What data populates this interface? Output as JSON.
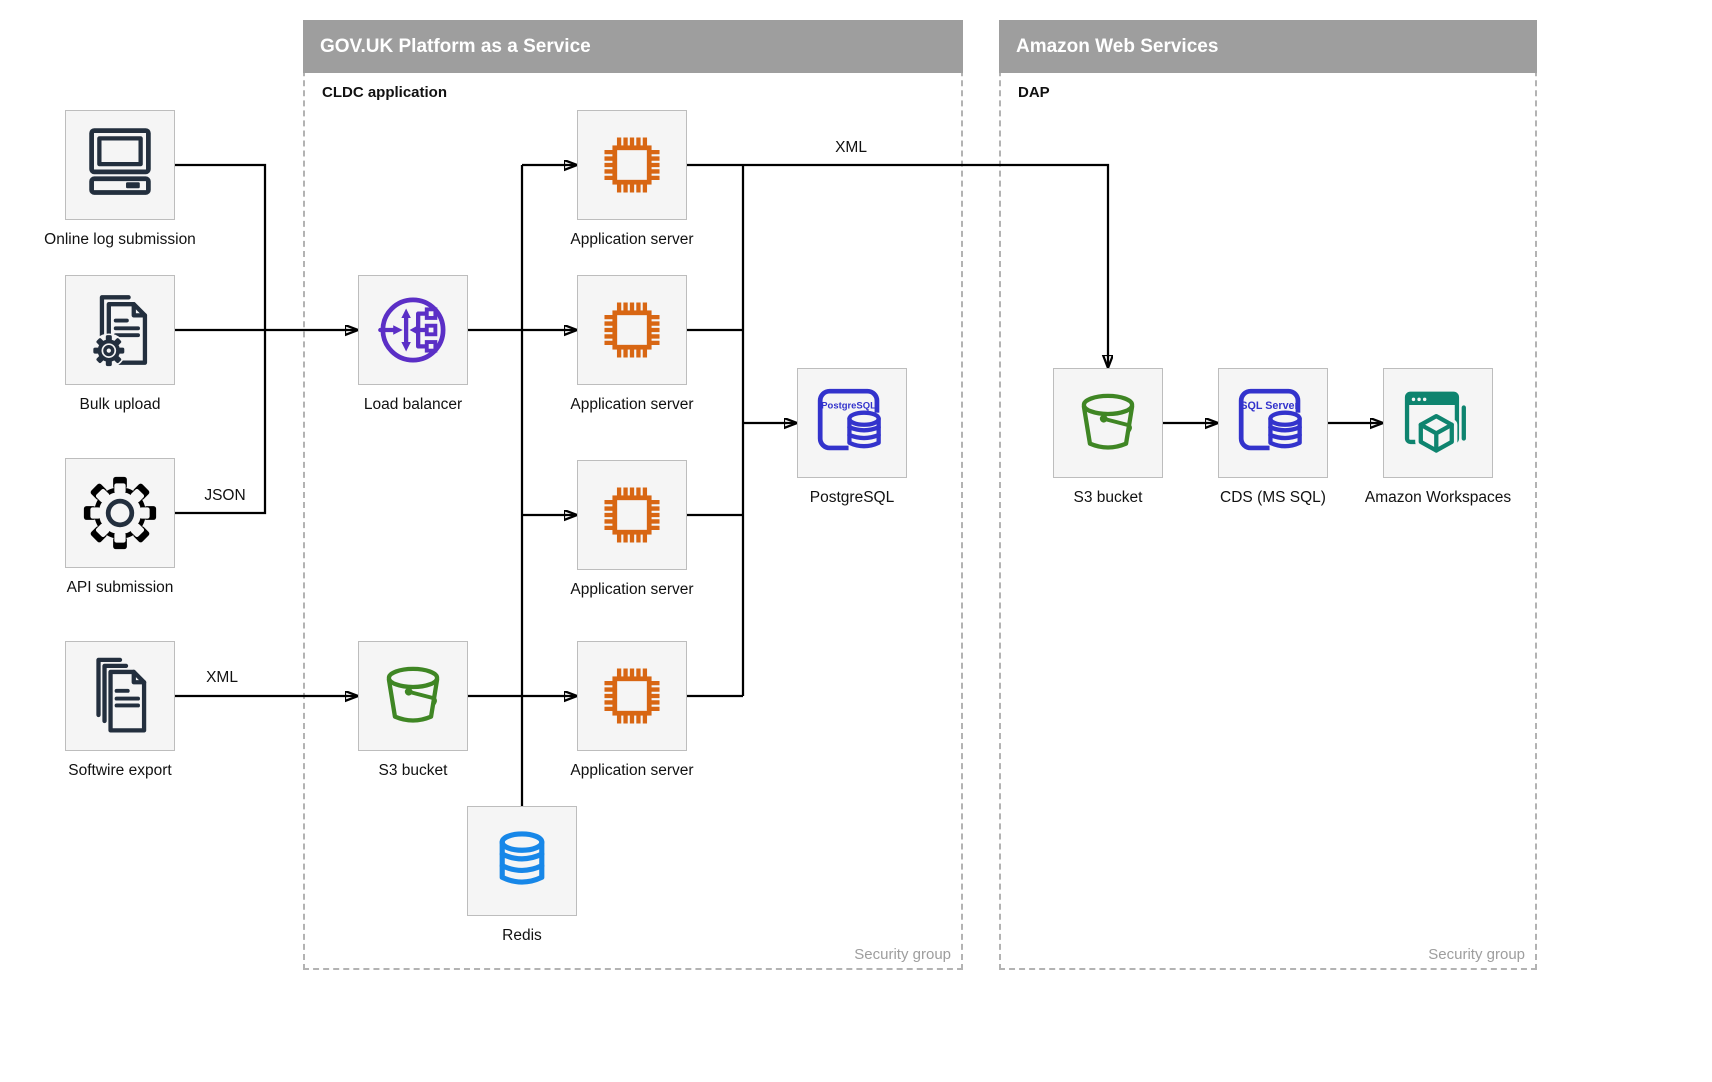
{
  "panels": [
    {
      "title": "GOV.UK Platform as a Service",
      "sublabel": "CLDC application",
      "footer": "Security group"
    },
    {
      "title": "Amazon Web Services",
      "sublabel": "DAP",
      "footer": "Security group"
    }
  ],
  "nodes": {
    "online_log": {
      "label": "Online log submission"
    },
    "bulk_upload": {
      "label": "Bulk upload"
    },
    "api_submission": {
      "label": "API submission"
    },
    "softwire_export": {
      "label": "Softwire export"
    },
    "load_balancer": {
      "label": "Load balancer"
    },
    "s3_paas": {
      "label": "S3 bucket"
    },
    "app_server_1": {
      "label": "Application server"
    },
    "app_server_2": {
      "label": "Application server"
    },
    "app_server_3": {
      "label": "Application server"
    },
    "app_server_4": {
      "label": "Application server"
    },
    "postgresql": {
      "label": "PostgreSQL",
      "badge": "PostgreSQL"
    },
    "redis": {
      "label": "Redis"
    },
    "s3_aws": {
      "label": "S3 bucket"
    },
    "cds": {
      "label": "CDS (MS SQL)",
      "badge": "SQL Server"
    },
    "workspaces": {
      "label": "Amazon Workspaces"
    }
  },
  "edge_labels": {
    "api_json": "JSON",
    "softwire_xml": "XML",
    "app_xml": "XML"
  },
  "connections": [
    {
      "from": "Online log submission",
      "to": "Load balancer",
      "label": ""
    },
    {
      "from": "Bulk upload",
      "to": "Load balancer",
      "label": ""
    },
    {
      "from": "API submission",
      "to": "Load balancer",
      "label": "JSON"
    },
    {
      "from": "Softwire export",
      "to": "S3 bucket (PaaS)",
      "label": "XML"
    },
    {
      "from": "Load balancer",
      "to": "Application servers",
      "label": ""
    },
    {
      "from": "S3 bucket (PaaS)",
      "to": "Application servers",
      "label": ""
    },
    {
      "from": "Application servers",
      "to": "Redis",
      "label": ""
    },
    {
      "from": "Application servers",
      "to": "PostgreSQL",
      "label": ""
    },
    {
      "from": "Application servers",
      "to": "S3 bucket (AWS)",
      "label": "XML"
    },
    {
      "from": "S3 bucket (AWS)",
      "to": "CDS (MS SQL)",
      "label": ""
    },
    {
      "from": "CDS (MS SQL)",
      "to": "Amazon Workspaces",
      "label": ""
    }
  ],
  "colors": {
    "dark": "#232F3E",
    "purple": "#5B2FC6",
    "orange": "#D86613",
    "green": "#3F8624",
    "indigo": "#3333CC",
    "blue": "#1787E8",
    "teal": "#0E846F",
    "panel-header": "#9E9E9E",
    "box-bg": "#F5F5F5",
    "box-border": "#BDBDBD",
    "dashed": "#B3B3B3",
    "muted": "#9E9E9E",
    "line": "#000000"
  }
}
